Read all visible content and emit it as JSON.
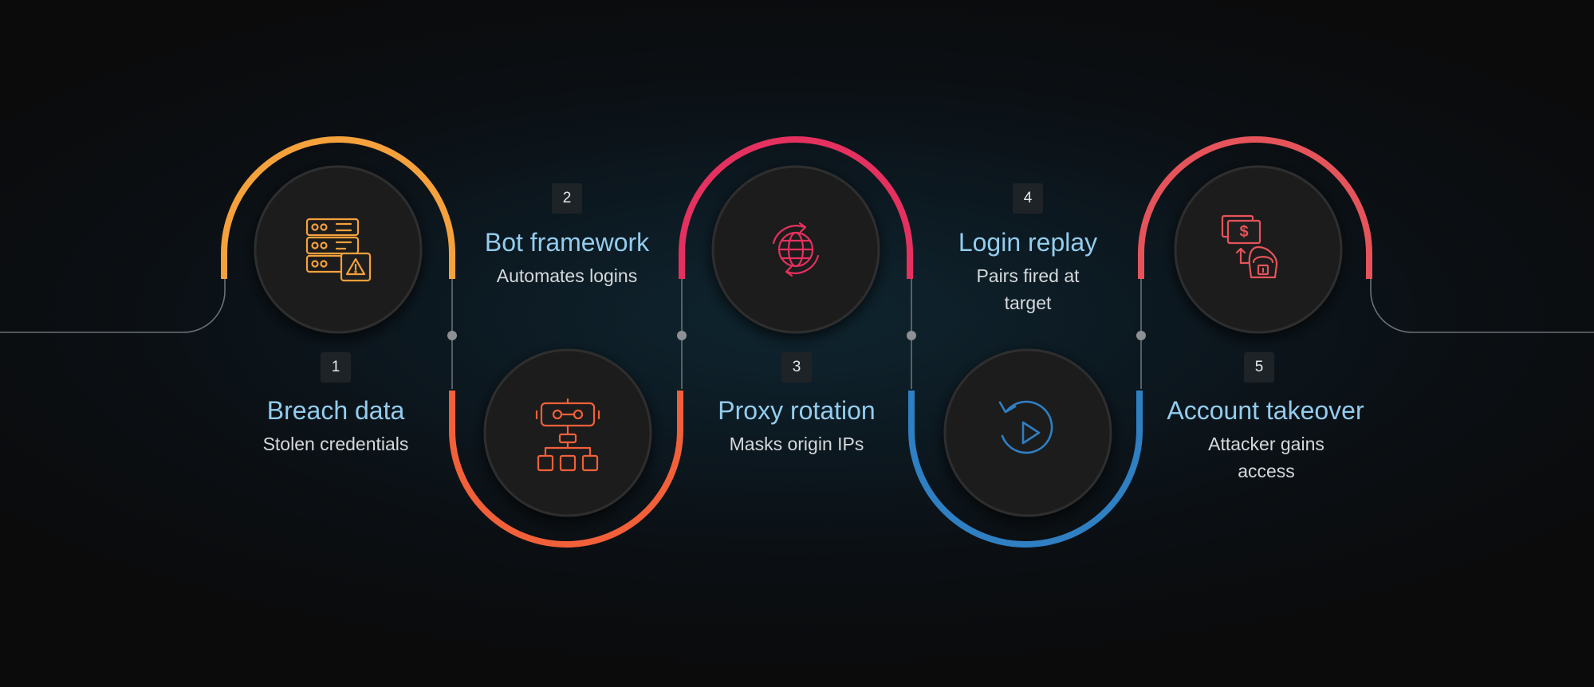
{
  "steps": [
    {
      "number": "1",
      "title": "Breach data",
      "subtitle": "Stolen credentials",
      "color": "#f5a13c",
      "icon": "server-warning-icon"
    },
    {
      "number": "2",
      "title": "Bot framework",
      "subtitle": "Automates logins",
      "color": "#f2603a",
      "icon": "bot-network-icon"
    },
    {
      "number": "3",
      "title": "Proxy rotation",
      "subtitle": "Masks origin IPs",
      "color": "#e5315f",
      "icon": "globe-rotate-icon"
    },
    {
      "number": "4",
      "title": "Login replay",
      "subtitle": "Pairs fired at target",
      "color": "#2f7fc3",
      "icon": "replay-icon"
    },
    {
      "number": "5",
      "title": "Account takeover",
      "subtitle": "Attacker gains access",
      "color": "#e5545a",
      "icon": "money-hacker-icon"
    }
  ],
  "colors": {
    "title_text": "#93cdee",
    "subtitle_text": "#d6d9dc",
    "connector_line": "#6b7176",
    "circle_fill": "#1f1f1f"
  }
}
